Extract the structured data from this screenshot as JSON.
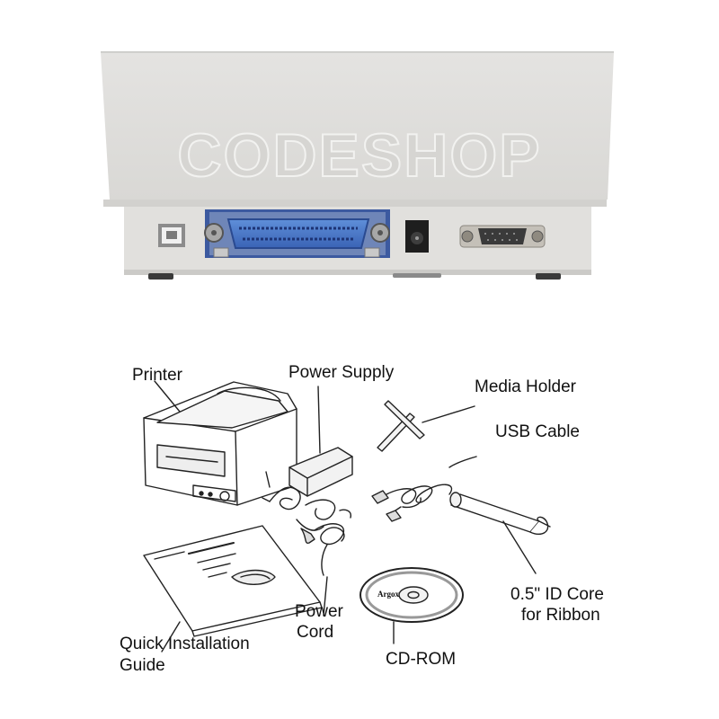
{
  "watermark": {
    "text": "CODESHOP"
  },
  "rear_panel": {
    "ports": [
      {
        "name": "usb-b-port"
      },
      {
        "name": "parallel-centronics-port"
      },
      {
        "name": "dc-power-jack"
      },
      {
        "name": "serial-db9-port"
      }
    ]
  },
  "package_contents": {
    "printer": "Printer",
    "power_supply": "Power Supply",
    "media_holder": "Media Holder",
    "usb_cable": "USB Cable",
    "core_line1": "0.5\" ID Core",
    "core_line2": "for Ribbon",
    "power_cord_line1": "Power",
    "power_cord_line2": "Cord",
    "guide_line1": "Quick Installation",
    "guide_line2": "Guide",
    "cdrom": "CD-ROM"
  },
  "cd_label": {
    "brand": "Argox"
  }
}
